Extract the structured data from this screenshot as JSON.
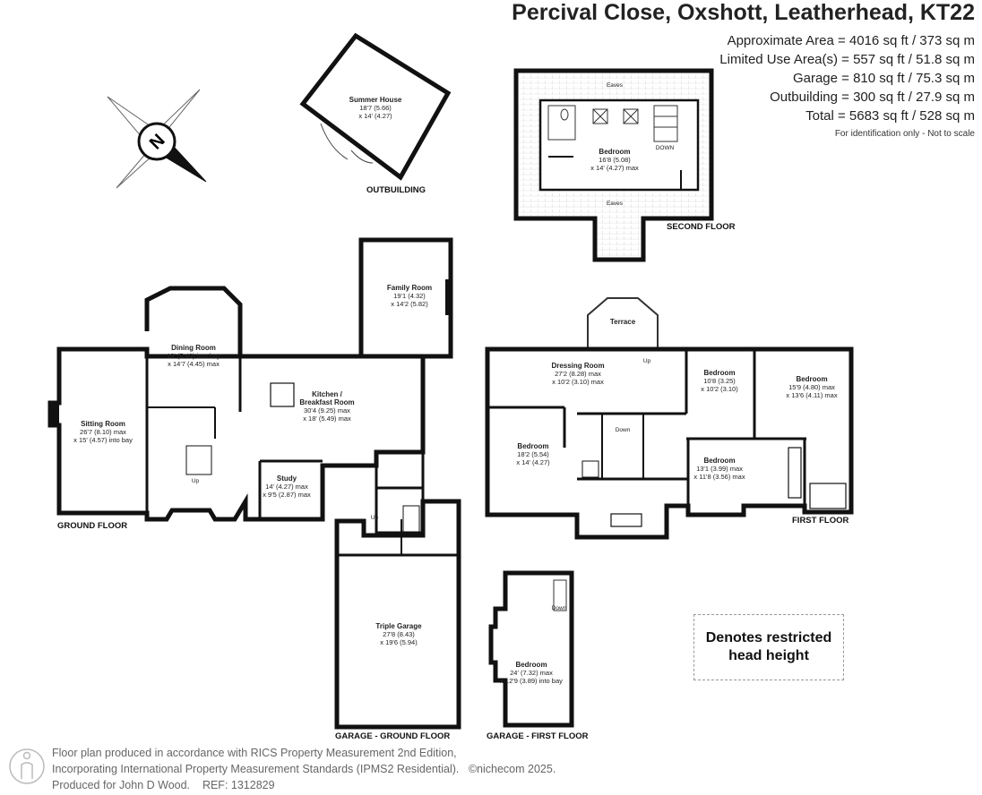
{
  "header": {
    "title": "Percival Close, Oxshott, Leatherhead, KT22",
    "areas": [
      "Approximate Area = 4016 sq ft / 373 sq m",
      "Limited Use Area(s) = 557 sq ft / 51.8 sq m",
      "Garage = 810 sq ft / 75.3 sq m",
      "Outbuilding = 300 sq ft / 27.9 sq m",
      "Total = 5683 sq ft / 528 sq m"
    ],
    "note": "For identification only - Not to scale"
  },
  "floors": {
    "outbuilding": "OUTBUILDING",
    "second": "SECOND FLOOR",
    "ground": "GROUND FLOOR",
    "first": "FIRST FLOOR",
    "garage_ground": "GARAGE - GROUND FLOOR",
    "garage_first": "GARAGE - FIRST FLOOR"
  },
  "rooms": {
    "summer_house": {
      "name": "Summer House",
      "dim1": "18'7 (5.66)",
      "dim2": "x 14' (4.27)"
    },
    "second_bedroom": {
      "name": "Bedroom",
      "dim1": "16'8 (5.08)",
      "dim2": "x 14' (4.27) max"
    },
    "family_room": {
      "name": "Family Room",
      "dim1": "19'1 (4.32)",
      "dim2": "x 14'2 (5.82)"
    },
    "dining_room": {
      "name": "Dining Room",
      "dim1": "18' (5.49) into bay",
      "dim2": "x 14'7 (4.45) max"
    },
    "sitting_room": {
      "name": "Sitting Room",
      "dim1": "26'7 (8.10) max",
      "dim2": "x 15' (4.57) into bay"
    },
    "kitchen": {
      "name": "Kitchen /",
      "name2": "Breakfast Room",
      "dim1": "30'4 (9.25) max",
      "dim2": "x 18' (5.49) max"
    },
    "study": {
      "name": "Study",
      "dim1": "14' (4.27) max",
      "dim2": "x 9'5 (2.87) max"
    },
    "triple_garage": {
      "name": "Triple Garage",
      "dim1": "27'8 (8.43)",
      "dim2": "x 19'6 (5.94)"
    },
    "garage_bedroom": {
      "name": "Bedroom",
      "dim1": "24' (7.32) max",
      "dim2": "x 12'9 (3.89) into bay"
    },
    "terrace": {
      "name": "Terrace"
    },
    "dressing_room": {
      "name": "Dressing Room",
      "dim1": "27'2 (8.28) max",
      "dim2": "x 10'2 (3.10) max"
    },
    "first_bed_a": {
      "name": "Bedroom",
      "dim1": "10'8 (3.25)",
      "dim2": "x 10'2 (3.10)"
    },
    "first_bed_b": {
      "name": "Bedroom",
      "dim1": "15'9 (4.80) max",
      "dim2": "x 13'6 (4.11) max"
    },
    "first_bed_c": {
      "name": "Bedroom",
      "dim1": "18'2 (5.54)",
      "dim2": "x 14' (4.27)"
    },
    "first_bed_d": {
      "name": "Bedroom",
      "dim1": "13'1 (3.99) max",
      "dim2": "x 11'8 (3.56) max"
    }
  },
  "markers": {
    "eaves_top": "Eaves",
    "eaves_bottom": "Eaves",
    "down_second": "DOWN",
    "up_ground": "Up",
    "up_garage": "Up",
    "down_first": "Down",
    "up_first": "Up",
    "down_garage": "Down"
  },
  "legend": {
    "line1": "Denotes restricted",
    "line2": "head height"
  },
  "footer": {
    "line1": "Floor plan produced in accordance with RICS Property Measurement 2nd Edition,",
    "line2": "Incorporating International Property Measurement Standards (IPMS2 Residential).",
    "line2b": "©nichecom 2025.",
    "line3": "Produced for John D Wood.",
    "line3b": "REF: 1312829"
  },
  "colors": {
    "wall": "#111111",
    "text": "#222222",
    "footer": "#666666",
    "hatch": "#bbbbbb"
  },
  "icons": [
    "compass-icon",
    "person-icon"
  ]
}
